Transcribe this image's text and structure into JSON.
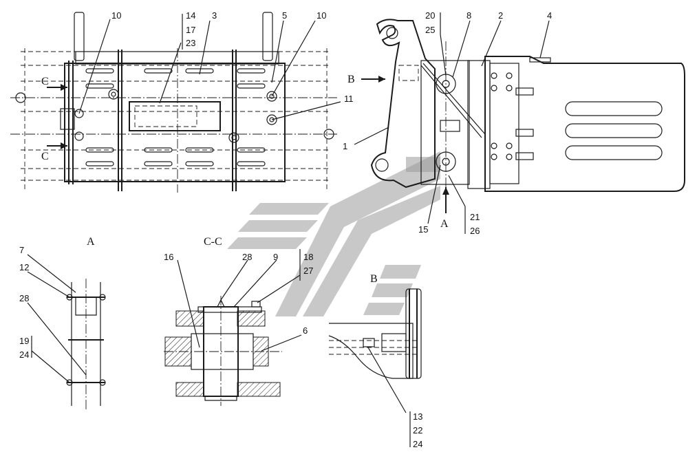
{
  "callouts": {
    "top_left": {
      "c10a": "10",
      "c14": "14",
      "c17": "17",
      "c23": "23",
      "c3": "3",
      "c5": "5",
      "c10b": "10",
      "c11": "11",
      "cC_top": "C",
      "cC_bottom": "C"
    },
    "top_right": {
      "c20": "20",
      "c25": "25",
      "c8": "8",
      "c2": "2",
      "c4": "4",
      "cB": "B",
      "c1": "1",
      "c15": "15",
      "cA": "A",
      "c21": "21",
      "c26": "26"
    },
    "view_a": {
      "title": "A",
      "c7": "7",
      "c12": "12",
      "c28": "28",
      "c19": "19",
      "c24": "24"
    },
    "section_cc": {
      "title": "C-C",
      "c16": "16",
      "c28": "28",
      "c9": "9",
      "c18": "18",
      "c27": "27",
      "c6": "6"
    },
    "view_b": {
      "title": "B",
      "c13": "13",
      "c22": "22",
      "c24": "24"
    }
  },
  "watermark": {
    "color": "#9a9a9a"
  }
}
